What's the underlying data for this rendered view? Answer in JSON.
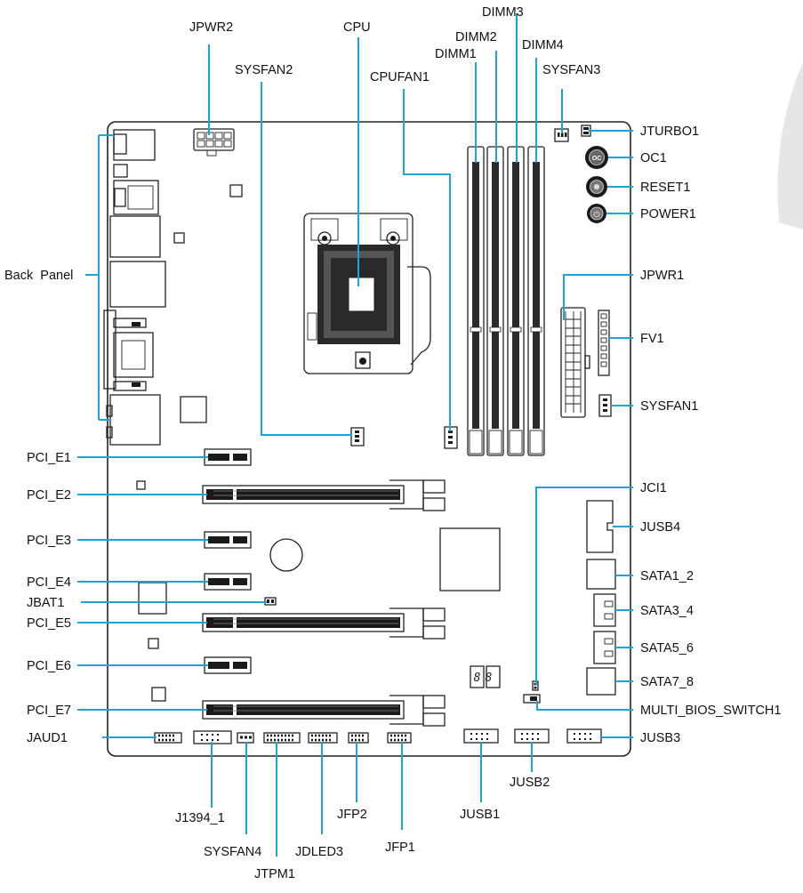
{
  "labels": {
    "jpwr2": "JPWR2",
    "cpu": "CPU",
    "dimm3": "DIMM3",
    "dimm2": "DIMM2",
    "dimm4": "DIMM4",
    "dimm1": "DIMM1",
    "sysfan2": "SYSFAN2",
    "cpufan1": "CPUFAN1",
    "sysfan3": "SYSFAN3",
    "jturbo1": "JTURBO1",
    "oc1": "OC1",
    "reset1": "RESET1",
    "power1": "POWER1",
    "back_panel": "Back  Panel",
    "jpwr1": "JPWR1",
    "fv1": "FV1",
    "sysfan1": "SYSFAN1",
    "pci_e1": "PCI_E1",
    "pci_e2": "PCI_E2",
    "jci1": "JCI1",
    "pci_e3": "PCI_E3",
    "jusb4": "JUSB4",
    "pci_e4": "PCI_E4",
    "sata1_2": "SATA1_2",
    "jbat1": "JBAT1",
    "pci_e5": "PCI_E5",
    "sata3_4": "SATA3_4",
    "sata5_6": "SATA5_6",
    "pci_e6": "PCI_E6",
    "sata7_8": "SATA7_8",
    "pci_e7": "PCI_E7",
    "multi_bios_switch1": "MULTI_BIOS_SWITCH1",
    "jaud1": "JAUD1",
    "jusb3": "JUSB3",
    "jusb2": "JUSB2",
    "j1394_1": "J1394_1",
    "jfp2": "JFP2",
    "jusb1": "JUSB1",
    "sysfan4": "SYSFAN4",
    "jdled3": "JDLED3",
    "jfp1": "JFP1",
    "jtpm1": "JTPM1"
  },
  "button_marks": {
    "oc": "OC",
    "power": "⏻"
  },
  "debug_led": "88"
}
